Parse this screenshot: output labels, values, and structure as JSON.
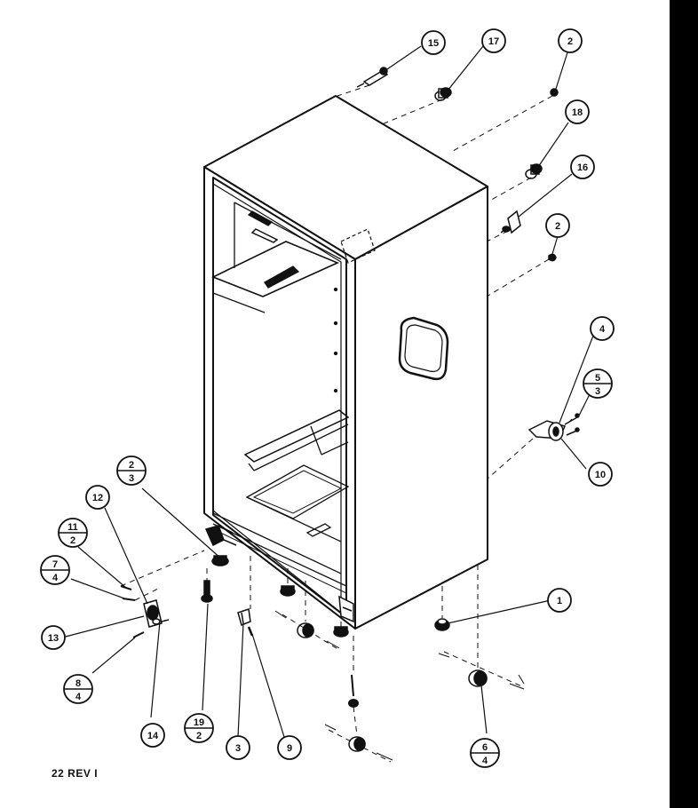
{
  "footer": {
    "code": "22 REV I"
  },
  "callouts": [
    {
      "id": "c15",
      "kind": "single",
      "num": "15"
    },
    {
      "id": "c17",
      "kind": "single",
      "num": "17"
    },
    {
      "id": "c2a",
      "kind": "single",
      "num": "2"
    },
    {
      "id": "c18",
      "kind": "single",
      "num": "18"
    },
    {
      "id": "c16",
      "kind": "single",
      "num": "16"
    },
    {
      "id": "c2b",
      "kind": "single",
      "num": "2"
    },
    {
      "id": "c4",
      "kind": "single",
      "num": "4"
    },
    {
      "id": "c5_3",
      "kind": "frac",
      "num": "5",
      "den": "3"
    },
    {
      "id": "c10",
      "kind": "single",
      "num": "10"
    },
    {
      "id": "c2_3",
      "kind": "frac",
      "num": "2",
      "den": "3"
    },
    {
      "id": "c12",
      "kind": "single",
      "num": "12"
    },
    {
      "id": "c11_2",
      "kind": "frac",
      "num": "11",
      "den": "2"
    },
    {
      "id": "c7_4",
      "kind": "frac",
      "num": "7",
      "den": "4"
    },
    {
      "id": "c13",
      "kind": "single",
      "num": "13"
    },
    {
      "id": "c8_4",
      "kind": "frac",
      "num": "8",
      "den": "4"
    },
    {
      "id": "c14",
      "kind": "single",
      "num": "14"
    },
    {
      "id": "c19_2",
      "kind": "frac",
      "num": "19",
      "den": "2"
    },
    {
      "id": "c3",
      "kind": "single",
      "num": "3"
    },
    {
      "id": "c9",
      "kind": "single",
      "num": "9"
    },
    {
      "id": "c1",
      "kind": "single",
      "num": "1"
    },
    {
      "id": "c6_4",
      "kind": "frac",
      "num": "6",
      "den": "4"
    }
  ]
}
